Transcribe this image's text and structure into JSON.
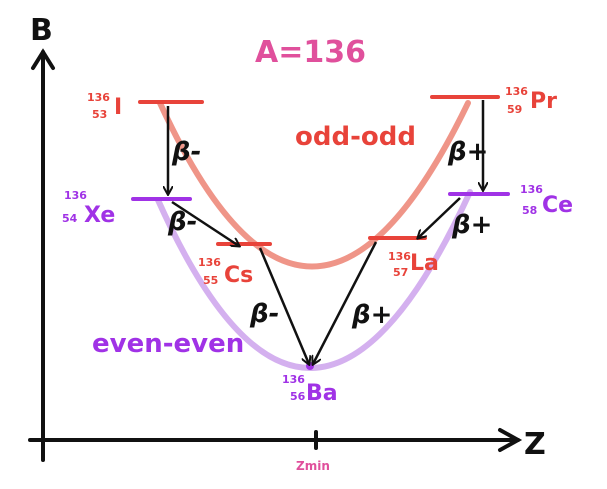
{
  "title": "A=136",
  "axis": {
    "y_label": "B",
    "x_label": "Z",
    "zmin_label": "Zmin"
  },
  "curves": {
    "odd_odd_label": "odd-odd",
    "even_even_label": "even-even"
  },
  "nuclides": [
    {
      "id": "I",
      "mass": "136",
      "charge": "53",
      "symbol": "I",
      "class": "odd-odd"
    },
    {
      "id": "Xe",
      "mass": "136",
      "charge": "54",
      "symbol": "Xe",
      "class": "even-even"
    },
    {
      "id": "Cs",
      "mass": "136",
      "charge": "55",
      "symbol": "Cs",
      "class": "odd-odd"
    },
    {
      "id": "Ba",
      "mass": "136",
      "charge": "56",
      "symbol": "Ba",
      "class": "even-even"
    },
    {
      "id": "La",
      "mass": "136",
      "charge": "57",
      "symbol": "La",
      "class": "odd-odd"
    },
    {
      "id": "Ce",
      "mass": "136",
      "charge": "58",
      "symbol": "Ce",
      "class": "even-even"
    },
    {
      "id": "Pr",
      "mass": "136",
      "charge": "59",
      "symbol": "Pr",
      "class": "odd-odd"
    }
  ],
  "decays": [
    {
      "id": "I-Xe",
      "label": "β-"
    },
    {
      "id": "Xe-Cs",
      "label": "β-"
    },
    {
      "id": "Cs-Ba",
      "label": "β-"
    },
    {
      "id": "La-Ba",
      "label": "β+"
    },
    {
      "id": "Ce-La",
      "label": "β+"
    },
    {
      "id": "Pr-Ce",
      "label": "β+"
    }
  ],
  "colors": {
    "title": "#e0509c",
    "odd_odd": "#e8433a",
    "odd_odd_curve": "#ef9588",
    "even_even": "#a032e6",
    "even_even_curve": "#d4b0ef",
    "axes": "#111111",
    "arrows": "#111111"
  }
}
